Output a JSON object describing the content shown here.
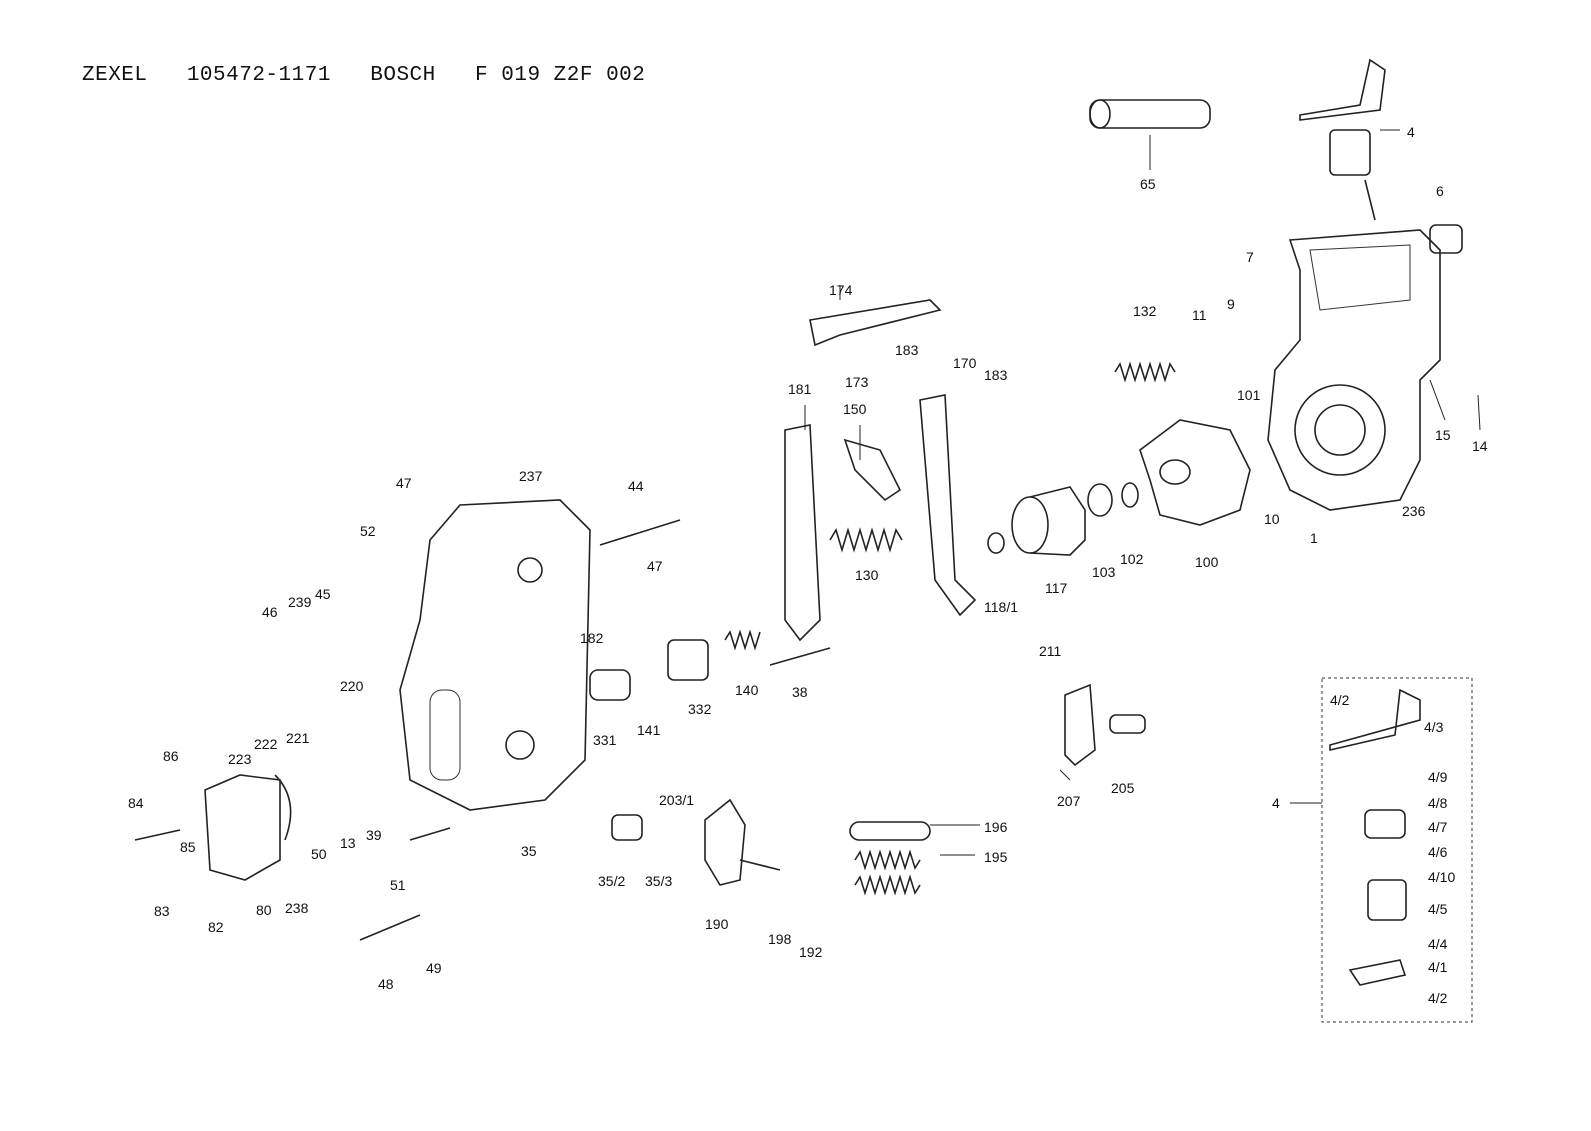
{
  "title": "ZEXEL   105472-1171   BOSCH   F 019 Z2F 002",
  "labels": [
    "4",
    "65",
    "6",
    "7",
    "9",
    "11",
    "132",
    "101",
    "15",
    "14",
    "10",
    "1",
    "236",
    "100",
    "102",
    "103",
    "117",
    "118/1",
    "170",
    "183",
    "150",
    "181",
    "174",
    "183",
    "173",
    "130",
    "140",
    "38",
    "141",
    "332",
    "331",
    "237",
    "44",
    "47",
    "52",
    "47",
    "46",
    "239",
    "45",
    "182",
    "220",
    "223",
    "222",
    "221",
    "86",
    "84",
    "85",
    "83",
    "82",
    "80",
    "238",
    "50",
    "13",
    "39",
    "51",
    "35",
    "35/2",
    "35/3",
    "203/1",
    "190",
    "198",
    "192",
    "196",
    "195",
    "211",
    "207",
    "205",
    "48",
    "49",
    "4/2",
    "4/3",
    "4/9",
    "4/8",
    "4/7",
    "4/6",
    "4/10",
    "4/5",
    "4/4",
    "4/1",
    "4/2",
    "4"
  ]
}
